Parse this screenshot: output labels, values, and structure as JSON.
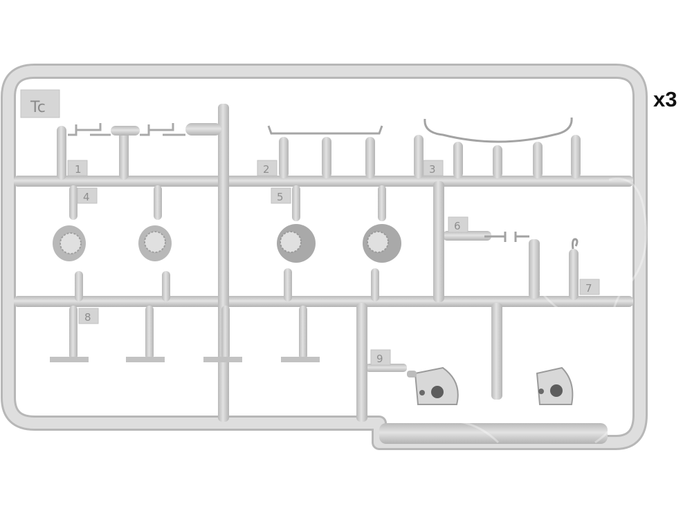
{
  "sprue": {
    "id_label": "Tc",
    "quantity_label": "x3",
    "color": "#cfcfcf",
    "part_numbers": [
      "1",
      "2",
      "3",
      "4",
      "5",
      "6",
      "7",
      "8",
      "9"
    ]
  }
}
